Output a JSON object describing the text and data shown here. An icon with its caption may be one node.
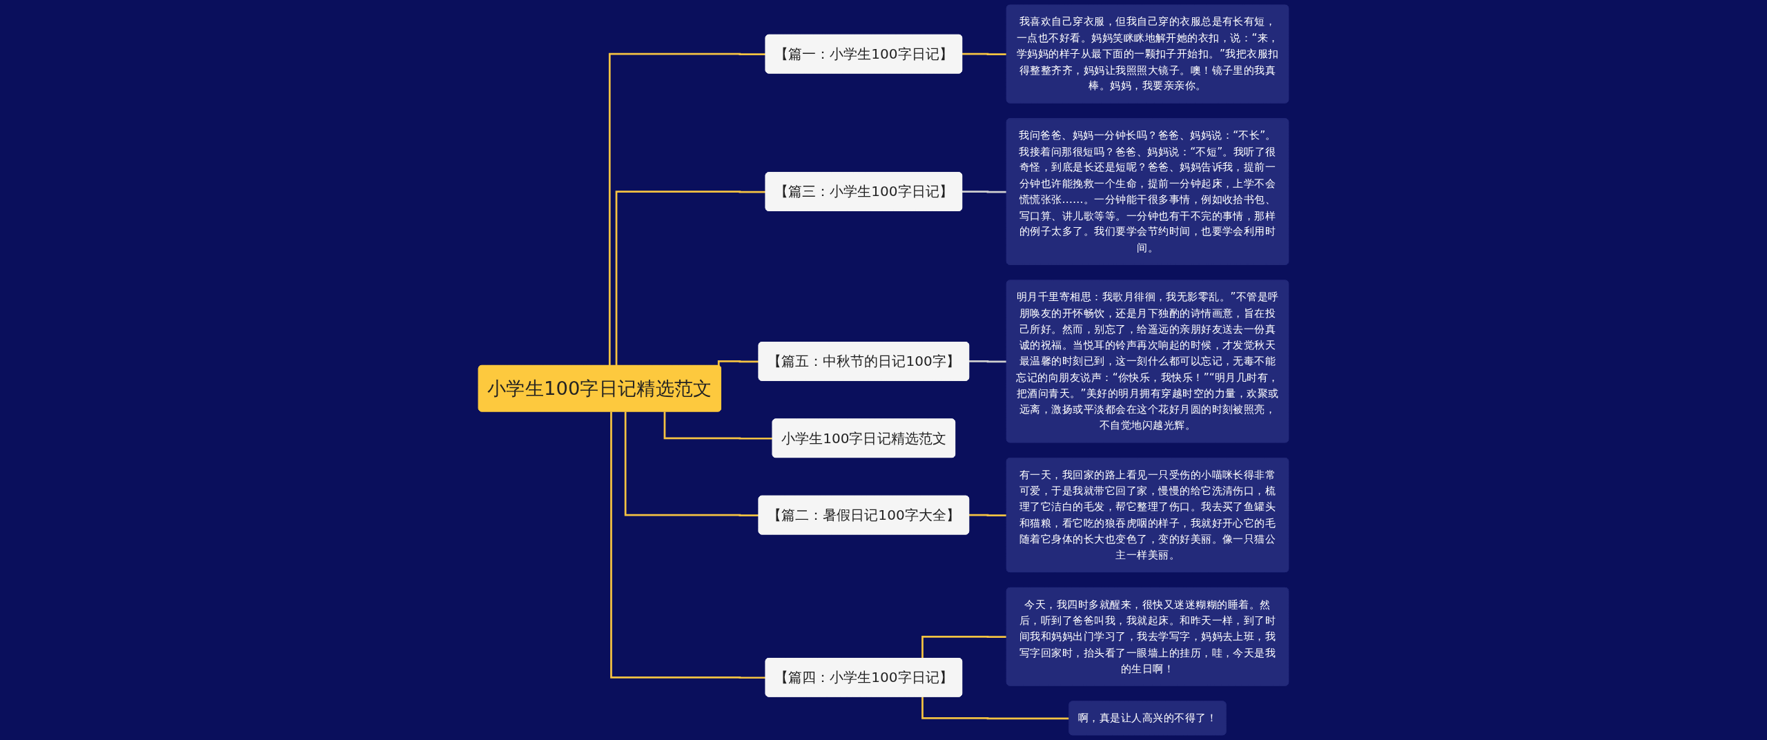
{
  "diagram": {
    "nodes": [
      {
        "text": [
          "小学生100字日记精选范文"
        ]
      },
      {
        "text": [
          "【篇一：小学生100字日记】"
        ]
      },
      {
        "text": [
          "我喜欢自己穿衣服，但我自己穿的衣服总是有长有短，一点也不好看。妈妈笑眯眯地解开她的衣扣，说：“来，学妈妈的样子从最下面的一颗扣子开始扣。”我把衣服扣得整整齐齐，妈妈让我照照大镜子。噢！镜子里的我真棒。妈妈，我要亲亲你。"
        ]
      },
      {
        "text": [
          "【篇三：小学生100字日记】"
        ]
      },
      {
        "text": [
          "我问爸爸、妈妈一分钟长吗？爸爸、妈妈说：“不长”。我接着问那很短吗？爸爸、妈妈说：“不短”。我听了很奇怪，到底是长还是短呢？爸爸、妈妈告诉我，提前一分钟也许能挽救一个生命，提前一分钟起床，上学不会慌慌张张……。一分钟能干很多事情，例如收拾书包、写口算、讲儿歌等等。一分钟也有干不完的事情，那样的例子太多了。我们要学会节约时间，也要学会利用时间。"
        ]
      },
      {
        "text": [
          "【篇五：中秋节的日记100字】"
        ]
      },
      {
        "text": [
          "明月千里寄相思：我歌月徘徊，我无影零乱。”不管是呼朋唤友的开怀畅饮，还是月下独酌的诗情画意，旨在投己所好。然而，别忘了，给遥远的亲朋好友送去一份真诚的祝福。当悦耳的铃声再次响起的时候，才发觉秋天最温馨的时刻已到，这一刻什么都可以忘记，无毒不能忘记的向朋友说声：“你快乐，我快乐！”“明月几时有，把酒问青天。”美好的明月拥有穿越时空的力量，欢聚或远离，激扬或平淡都会在这个花好月圆的时刻被照亮，不自觉地闪越光辉。"
        ]
      },
      {
        "text": [
          "小学生100字日记精选范文"
        ]
      },
      {
        "text": [
          "【篇二：暑假日记100字大全】"
        ]
      },
      {
        "text": [
          "有一天，我回家的路上看见一只受伤的小喵咪长得非常可爱，于是我就带它回了家，慢慢的给它洗清伤口，梳理了它洁白的毛发，帮它整理了伤口。我去买了鱼罐头和猫粮，看它吃的狼吞虎咽的样子，我就好开心它的毛随着它身体的长大也变色了，变的好美丽。像一只猫公主一样美丽。"
        ]
      },
      {
        "text": [
          "【篇四：小学生100字日记】"
        ]
      },
      {
        "text": [
          "今天，我四时多就醒来，很快又迷迷糊糊的睡着。然后，听到了爸爸叫我，我就起床。和昨天一样，到了时间我和妈妈出门学习了，我去学写字，妈妈去上班，我写字回家时，抬头看了一眼墙上的挂历，哇，今天是我的生日啊！"
        ]
      },
      {
        "text": [
          "啊，真是让人高兴的不得了！"
        ]
      }
    ],
    "edges": [
      {
        "from": 0,
        "to": 1,
        "arrow": "none"
      },
      {
        "from": 1,
        "to": 2,
        "arrow": "none"
      },
      {
        "from": 0,
        "to": 3,
        "arrow": "none"
      },
      {
        "from": 3,
        "to": 4,
        "arrow": "none",
        "color": "#d0d0d0"
      },
      {
        "from": 0,
        "to": 5,
        "arrow": "none"
      },
      {
        "from": 5,
        "to": 6,
        "arrow": "none",
        "color": "#d0d0d0"
      },
      {
        "from": 0,
        "to": 7,
        "arrow": "none"
      },
      {
        "from": 0,
        "to": 8,
        "arrow": "none"
      },
      {
        "from": 8,
        "to": 9,
        "arrow": "none"
      },
      {
        "from": 0,
        "to": 10,
        "arrow": "none"
      },
      {
        "from": 10,
        "to": 11,
        "arrow": "none"
      },
      {
        "from": 10,
        "to": 12,
        "arrow": "none"
      }
    ]
  }
}
